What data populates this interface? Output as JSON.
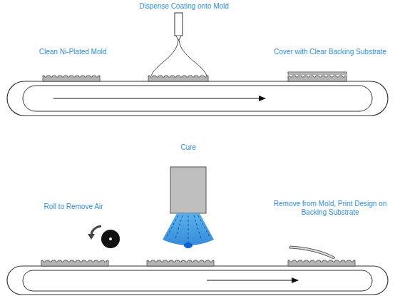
{
  "diagram": {
    "labels": [
      "Dispense Coating onto Mold",
      "Clean Ni-Plated Mold",
      "Cover with Clear Backing Substrate",
      "Cure",
      "Roll to Remove Air",
      "Remove from Mold, Print Design on Backing Substrate"
    ]
  }
}
